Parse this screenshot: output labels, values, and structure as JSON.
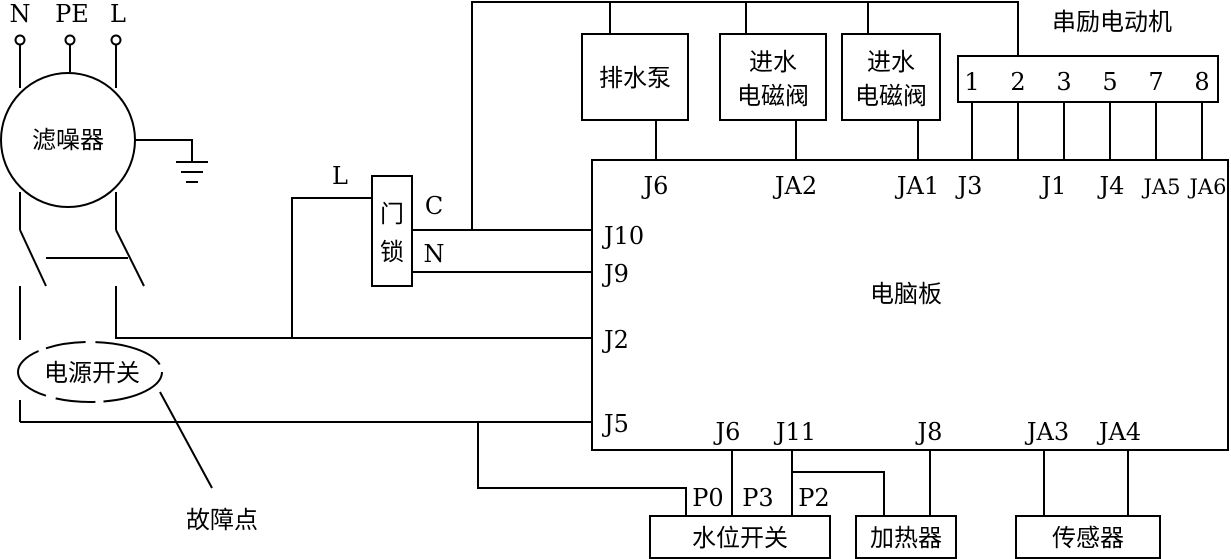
{
  "terminals": {
    "n": "N",
    "pe": "PE",
    "l": "L"
  },
  "components": {
    "filter": "滤噪器",
    "door_lock_top": "门",
    "door_lock_bottom": "锁",
    "drain_pump": "排水泵",
    "inlet_valve_a_top": "进水",
    "inlet_valve_a_bottom": "电磁阀",
    "inlet_valve_b_top": "进水",
    "inlet_valve_b_bottom": "电磁阀",
    "motor": "串励电动机",
    "control_board": "电脑板",
    "power_switch": "电源开关",
    "water_level_switch": "水位开关",
    "heater": "加热器",
    "sensor": "传感器",
    "fault_point": "故障点"
  },
  "motor_pins": [
    "1",
    "2",
    "3",
    "5",
    "7",
    "8"
  ],
  "door_lock_pins": {
    "l": "L",
    "c": "C",
    "n": "N"
  },
  "board_top_connectors": [
    "J6",
    "JA2",
    "JA1",
    "J3",
    "J1",
    "J4",
    "JA5",
    "JA6"
  ],
  "board_left_connectors": [
    "J10",
    "J9",
    "J2",
    "J5"
  ],
  "board_bottom_connectors": [
    "J6",
    "J11",
    "J8",
    "JA3",
    "JA4"
  ],
  "water_level_pins": [
    "P0",
    "P3",
    "P2"
  ]
}
